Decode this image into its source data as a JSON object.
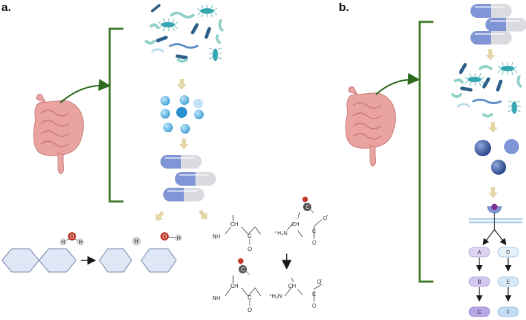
{
  "panels": {
    "a": "a.",
    "b": "b."
  },
  "chem_labels": {
    "h": "H",
    "o": "O",
    "c": "C",
    "ch": "CH",
    "nh": "NH",
    "h3n": "⁺H₃N",
    "minus": "-",
    "o_lower": "O"
  },
  "pathway": {
    "left": [
      "A",
      "B",
      "C"
    ],
    "right": [
      "D",
      "E",
      "F"
    ]
  },
  "colors": {
    "bracket": "#3e7a25",
    "arrow_tan": "#e4d6a7",
    "intestine": "#e9a3a0",
    "capsule_blue": "#7f95d6",
    "capsule_grey": "#d9dbe0",
    "bacteria_teal": "#36a7b1",
    "sphere_blue": "#4aa6d8",
    "sphere_dark": "#2d4f92",
    "node_lilac": "#ddd4f2",
    "node_blue": "#d7e9f7",
    "node_purple": "#b7a7e6"
  }
}
